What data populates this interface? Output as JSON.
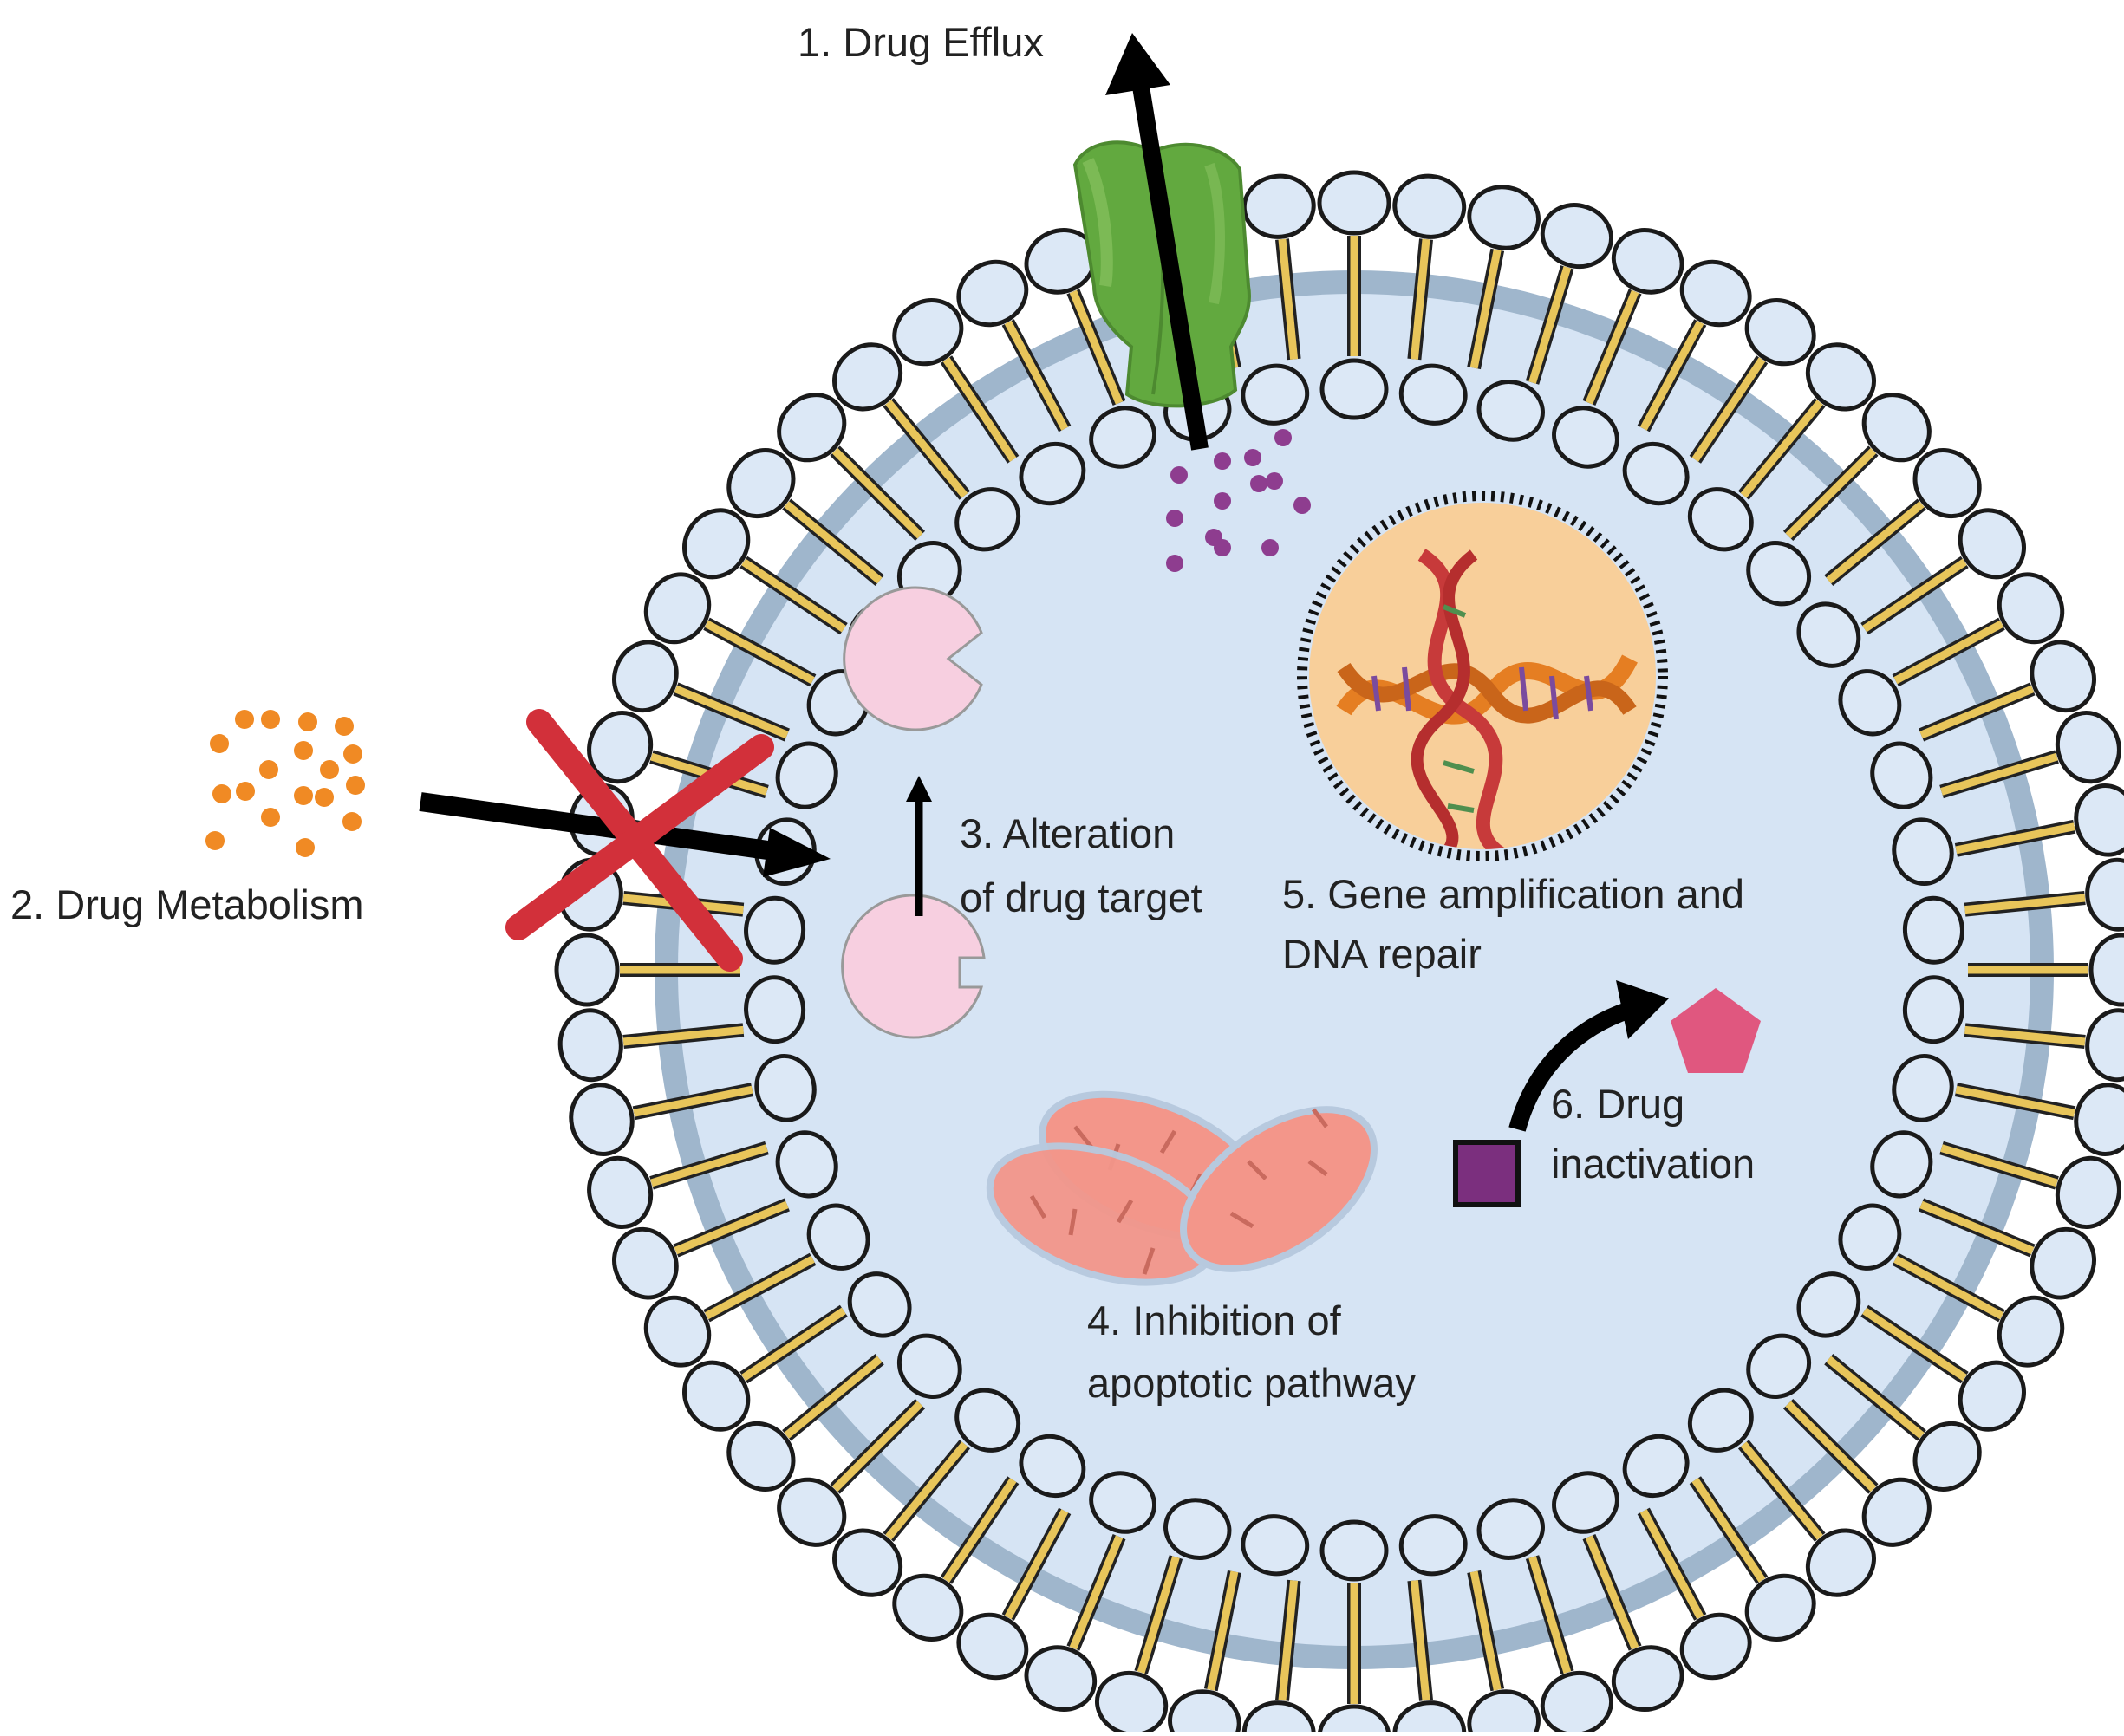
{
  "labels": {
    "drug_efflux": "1. Drug Efflux",
    "drug_metabolism": "2. Drug Metabolism",
    "alteration_line1": "3. Alteration",
    "alteration_line2": "of drug target",
    "apoptosis_line1": "4. Inhibition of",
    "apoptosis_line2": "apoptotic pathway",
    "gene_line1": "5. Gene amplification and",
    "gene_line2": "DNA repair",
    "inactivation_line1": "6. Drug",
    "inactivation_line2": "inactivation"
  },
  "colors": {
    "cytoplasm": "#d6e4f4",
    "membrane_band": "#9fb6cc",
    "lipid_head": "#dce8f6",
    "lipid_tail": "#e8c55a",
    "efflux_pump": "#6aae45",
    "efflux_drug": "#8e3d8f",
    "metabolism_drug": "#f08a24",
    "block_cross": "#d2303a",
    "drug_target": "#f7cfe0",
    "mitochondria": "#f3968a",
    "nucleus": "#f8cf9a",
    "inactive_drug": "#e0577f",
    "active_drug": "#7b2f7e"
  },
  "icons": [
    "lipid-bilayer-icon",
    "efflux-pump-icon",
    "block-cross-icon",
    "drug-target-icon",
    "mitochondria-icon",
    "dna-helix-icon",
    "curved-arrow-icon"
  ]
}
